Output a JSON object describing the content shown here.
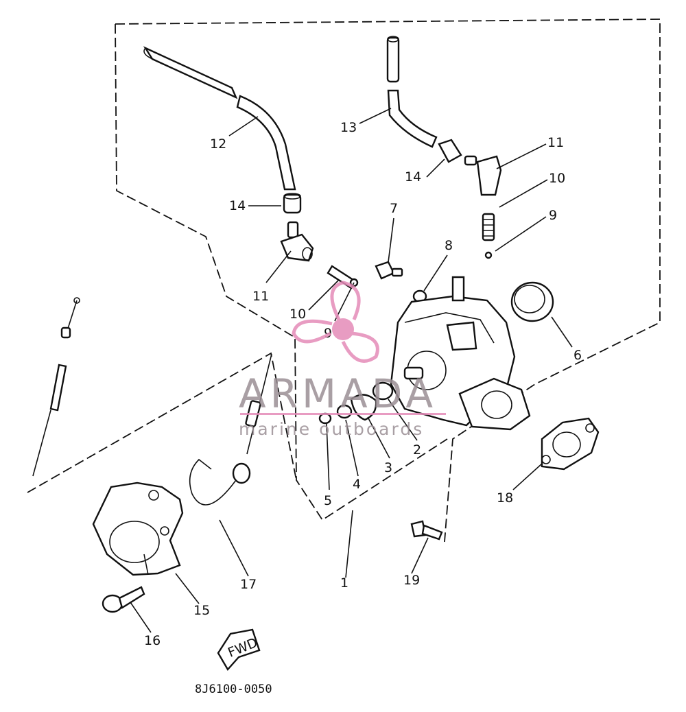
{
  "callouts": {
    "c1": "1",
    "c2": "2",
    "c3": "3",
    "c4": "4",
    "c5": "5",
    "c6": "6",
    "c7": "7",
    "c8": "8",
    "c9a": "9",
    "c9b": "9",
    "c10a": "10",
    "c10b": "10",
    "c11a": "11",
    "c11b": "11",
    "c12": "12",
    "c13": "13",
    "c14a": "14",
    "c14b": "14",
    "c15": "15",
    "c16": "16",
    "c17": "17",
    "c18": "18",
    "c19": "19"
  },
  "fwd_label": "FWD",
  "figure_code": "8J6100-0050",
  "watermark": {
    "brand": "ARMADA",
    "tagline": "marine outboards",
    "brand_color": "#9b8f95",
    "accent_color": "#e58bb8"
  }
}
